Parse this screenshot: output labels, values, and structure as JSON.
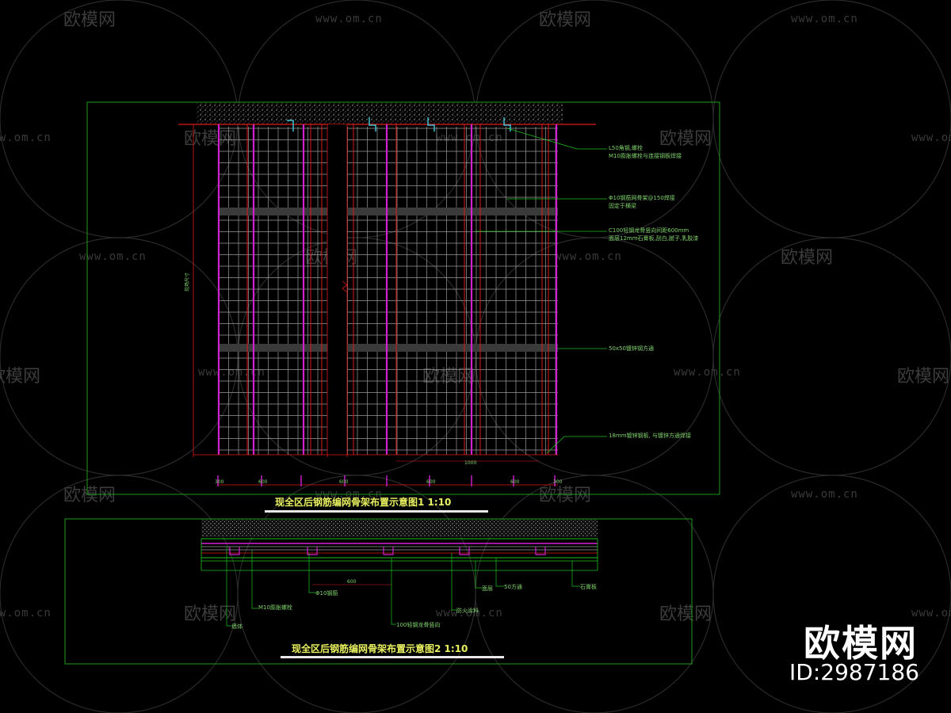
{
  "watermark": {
    "logo_text": "欧模网",
    "url_text": "www.om.cn"
  },
  "drawing1": {
    "title": "现全区后钢筋编网骨架布置示意图1  1:10",
    "annotations": [
      "L50角钢,螺栓",
      "M10膨胀螺栓与连接钢板焊接",
      "Φ10钢筋网骨架@150焊接",
      "固定于横梁",
      "C100轻钢龙骨竖向间距600mm",
      "面层12mm石膏板,刮白,腻子,乳胶漆",
      "50x50镀锌钢方通",
      "18mm镀锌钢板, 与镀锌方通焊接"
    ],
    "height_label": "现场尺寸",
    "dims": [
      "300",
      "600",
      "600",
      "600",
      "600",
      "300"
    ],
    "sub_dim": "1000"
  },
  "drawing2": {
    "title": "现全区后钢筋编网骨架布置示意图2  1:10",
    "labels": [
      "墙体",
      "M10膨胀螺栓",
      "Φ10钢筋",
      "100轻钢龙骨竖向",
      "防火涂料",
      "石膏板",
      "50方通",
      "面层"
    ],
    "dim": "600"
  },
  "brand": {
    "name": "欧模网",
    "id": "ID:2987186"
  },
  "colors": {
    "background": "#000000",
    "frame": "#1f9b1f",
    "magenta": "#d020d0",
    "red": "#e01818",
    "grid": "#9a9a9a",
    "annotation": "#7fd36b",
    "title": "#e8f060"
  }
}
